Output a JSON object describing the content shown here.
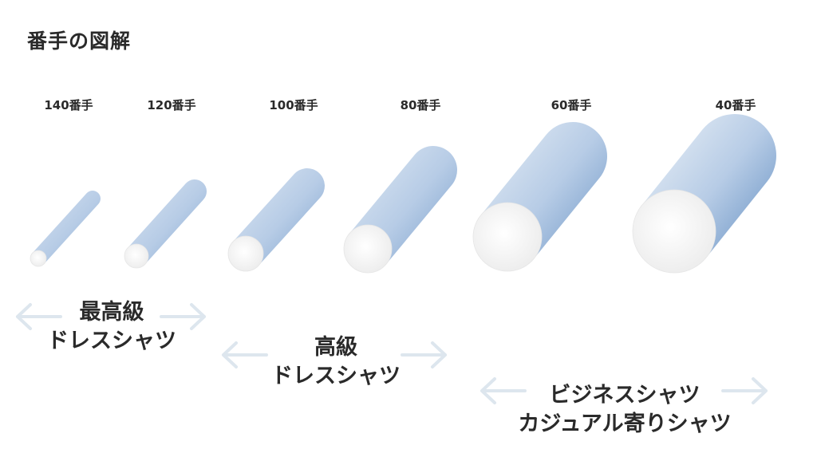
{
  "title": "番手の図解",
  "yarns": [
    {
      "label": "140番手"
    },
    {
      "label": "120番手"
    },
    {
      "label": "100番手"
    },
    {
      "label": "80番手"
    },
    {
      "label": "60番手"
    },
    {
      "label": "40番手"
    }
  ],
  "ranges": [
    {
      "line1": "最高級",
      "line2": "ドレスシャツ"
    },
    {
      "line1": "高級",
      "line2": "ドレスシャツ"
    },
    {
      "line1": "ビジネスシャツ",
      "line2": "カジュアル寄りシャツ"
    }
  ],
  "colors": {
    "tube_light": "#c9d9ec",
    "tube_dark": "#8eaed4",
    "arrow": "#dde6ee",
    "end_face": "#f7f7f7"
  }
}
